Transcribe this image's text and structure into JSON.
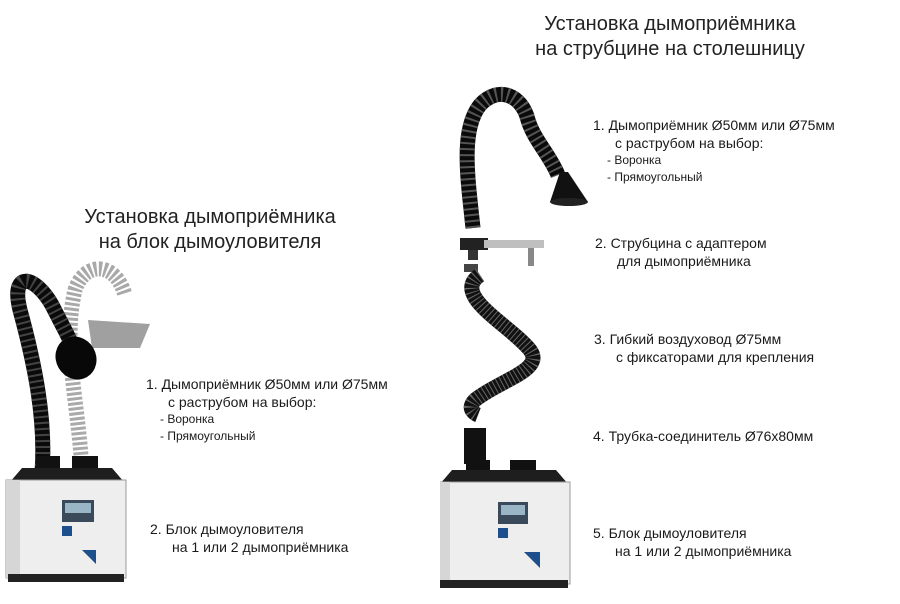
{
  "left": {
    "title_line1": "Установка дымоприёмника",
    "title_line2": "на блок дымоуловителя",
    "item1": {
      "line1": "1. Дымоприёмник Ø50мм или Ø75мм",
      "line2": "с раструбом на выбор:",
      "option1": "- Воронка",
      "option2": "- Прямоугольный"
    },
    "item2": {
      "line1": "2. Блок дымоуловителя",
      "line2": "на 1 или 2 дымоприёмника"
    }
  },
  "right": {
    "title_line1": "Установка дымоприёмника",
    "title_line2": "на струбцине на столешницу",
    "item1": {
      "line1": "1. Дымоприёмник Ø50мм или Ø75мм",
      "line2": "с раструбом на выбор:",
      "option1": "- Воронка",
      "option2": "- Прямоугольный"
    },
    "item2": {
      "line1": "2. Струбцина с адаптером",
      "line2": "для дымоприёмника"
    },
    "item3": {
      "line1": "3. Гибкий воздуховод Ø75мм",
      "line2": "с фиксаторами для крепления"
    },
    "item4": {
      "line1": "4. Трубка-соединитель Ø76x80мм"
    },
    "item5": {
      "line1": "5. Блок дымоуловителя",
      "line2": "на 1 или 2 дымоприёмника"
    }
  }
}
